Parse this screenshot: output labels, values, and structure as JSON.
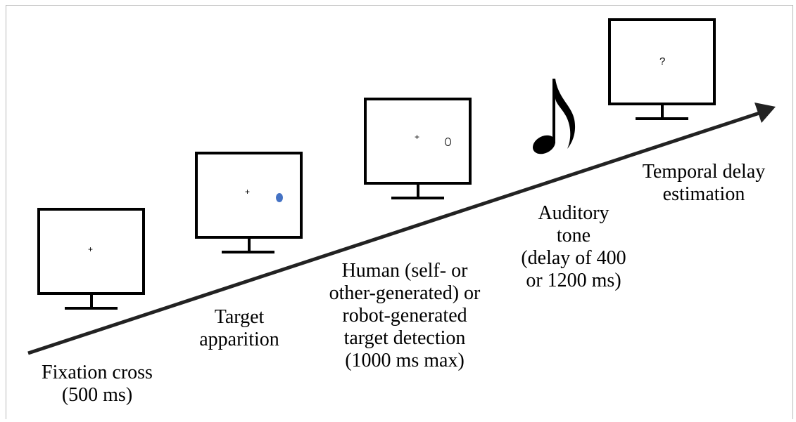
{
  "colors": {
    "stroke": "#000000",
    "target_fill": "#4472c4",
    "arrow": "#222222"
  },
  "stimuli": {
    "fixation": "+",
    "question": "?"
  },
  "steps": [
    {
      "id": "fixation",
      "label": "Fixation cross\n(500 ms)"
    },
    {
      "id": "target",
      "label": "Target\napparition"
    },
    {
      "id": "detection",
      "label": "Human (self- or\nother-generated) or\nrobot-generated\ntarget detection\n(1000 ms max)"
    },
    {
      "id": "tone",
      "label": "Auditory\ntone\n(delay of 400\nor 1200 ms)",
      "icon": "music-note-icon"
    },
    {
      "id": "estimation",
      "label": "Temporal delay\nestimation"
    }
  ]
}
